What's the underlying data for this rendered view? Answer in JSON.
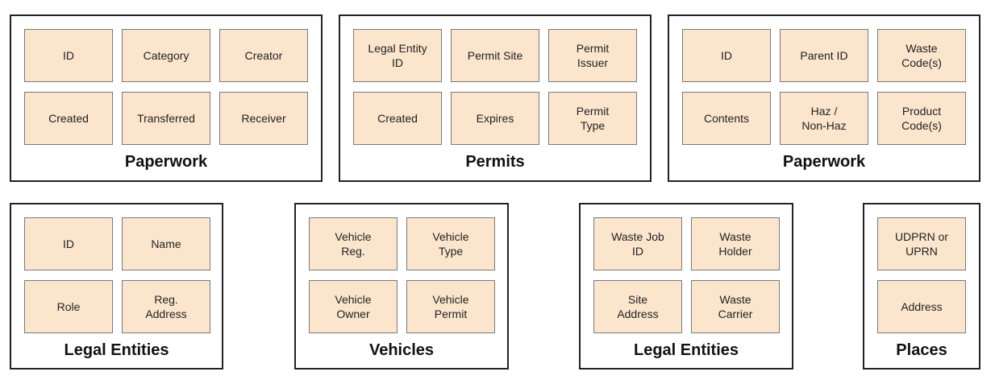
{
  "colors": {
    "cell_fill": "#fce5cd",
    "cell_border": "#7a7a7a",
    "group_border": "#222222"
  },
  "groups": {
    "paperwork_1": {
      "title": "Paperwork",
      "cells": [
        "ID",
        "Category",
        "Creator",
        "Created",
        "Transferred",
        "Receiver"
      ]
    },
    "permits": {
      "title": "Permits",
      "cells": [
        "Legal Entity\nID",
        "Permit Site",
        "Permit\nIssuer",
        "Created",
        "Expires",
        "Permit\nType"
      ]
    },
    "paperwork_2": {
      "title": "Paperwork",
      "cells": [
        "ID",
        "Parent ID",
        "Waste\nCode(s)",
        "Contents",
        "Haz /\nNon-Haz",
        "Product\nCode(s)"
      ]
    },
    "legal_entities_1": {
      "title": "Legal Entities",
      "cells": [
        "ID",
        "Name",
        "Role",
        "Reg.\nAddress"
      ]
    },
    "vehicles": {
      "title": "Vehicles",
      "cells": [
        "Vehicle\nReg.",
        "Vehicle\nType",
        "Vehicle\nOwner",
        "Vehicle\nPermit"
      ]
    },
    "legal_entities_2": {
      "title": "Legal Entities",
      "cells": [
        "Waste Job\nID",
        "Waste\nHolder",
        "Site\nAddress",
        "Waste\nCarrier"
      ]
    },
    "places": {
      "title": "Places",
      "cells": [
        "UDPRN or\nUPRN",
        "Address"
      ]
    }
  }
}
